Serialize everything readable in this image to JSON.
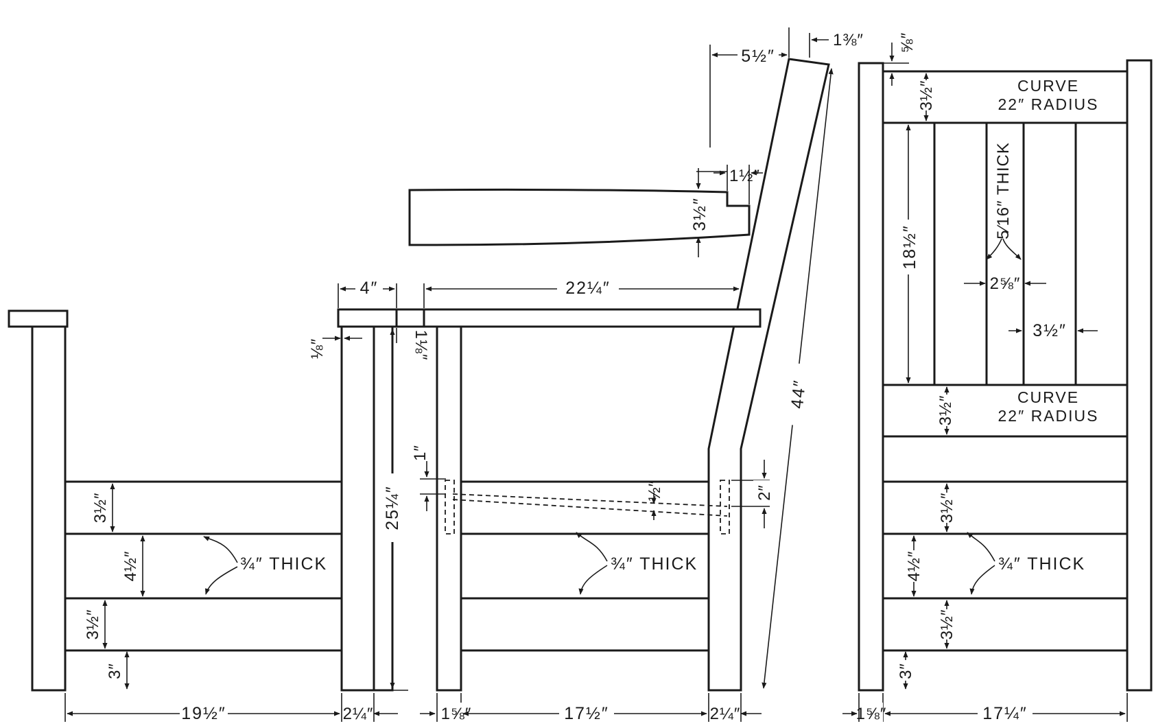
{
  "views": {
    "end_view": {
      "dim_width": "19½″",
      "dim_leg": "2¼″",
      "rail_heights": [
        "3½″",
        "4½″",
        "3½″",
        "3″"
      ],
      "thickness_note": "¾″ THICK"
    },
    "side_view": {
      "dim_arm_overhang": "4″",
      "dim_arm_length": "22¼″",
      "dim_small_gap": "1⅛″",
      "dim_arm_offset": "⅛″",
      "dim_leg_height": "25¼″",
      "dim_tenon_top": "1″",
      "dim_rail_slope": "½″",
      "dim_tenon_back": "2″",
      "dim_front_leg": "1⅝″",
      "dim_depth": "17½″",
      "dim_back_leg": "2¼″",
      "dim_back_height": "44″",
      "dim_back_rake": "5½″",
      "dim_back_top": "1⅜″",
      "thickness_note": "¾″ THICK"
    },
    "arm_detail": {
      "dim_notch": "1½″",
      "dim_height": "3½″"
    },
    "back_view": {
      "dim_post_top": "⅝″",
      "top_rail_height": "3½″",
      "top_curve_line1": "CURVE",
      "top_curve_line2": "22″ RADIUS",
      "slat_length": "18½″",
      "slat_thickness": "5⁄16″ THICK",
      "slat_width": "2⅝″",
      "slat_spacing": "3½″",
      "lower_rail_height": "3½″",
      "lower_curve_line1": "CURVE",
      "lower_curve_line2": "22″ RADIUS",
      "rail_heights": [
        "3½″",
        "4½″",
        "3½″",
        "3″"
      ],
      "thickness_note": "¾″ THICK",
      "dim_post": "1⅝″",
      "dim_width": "17¼″"
    }
  }
}
